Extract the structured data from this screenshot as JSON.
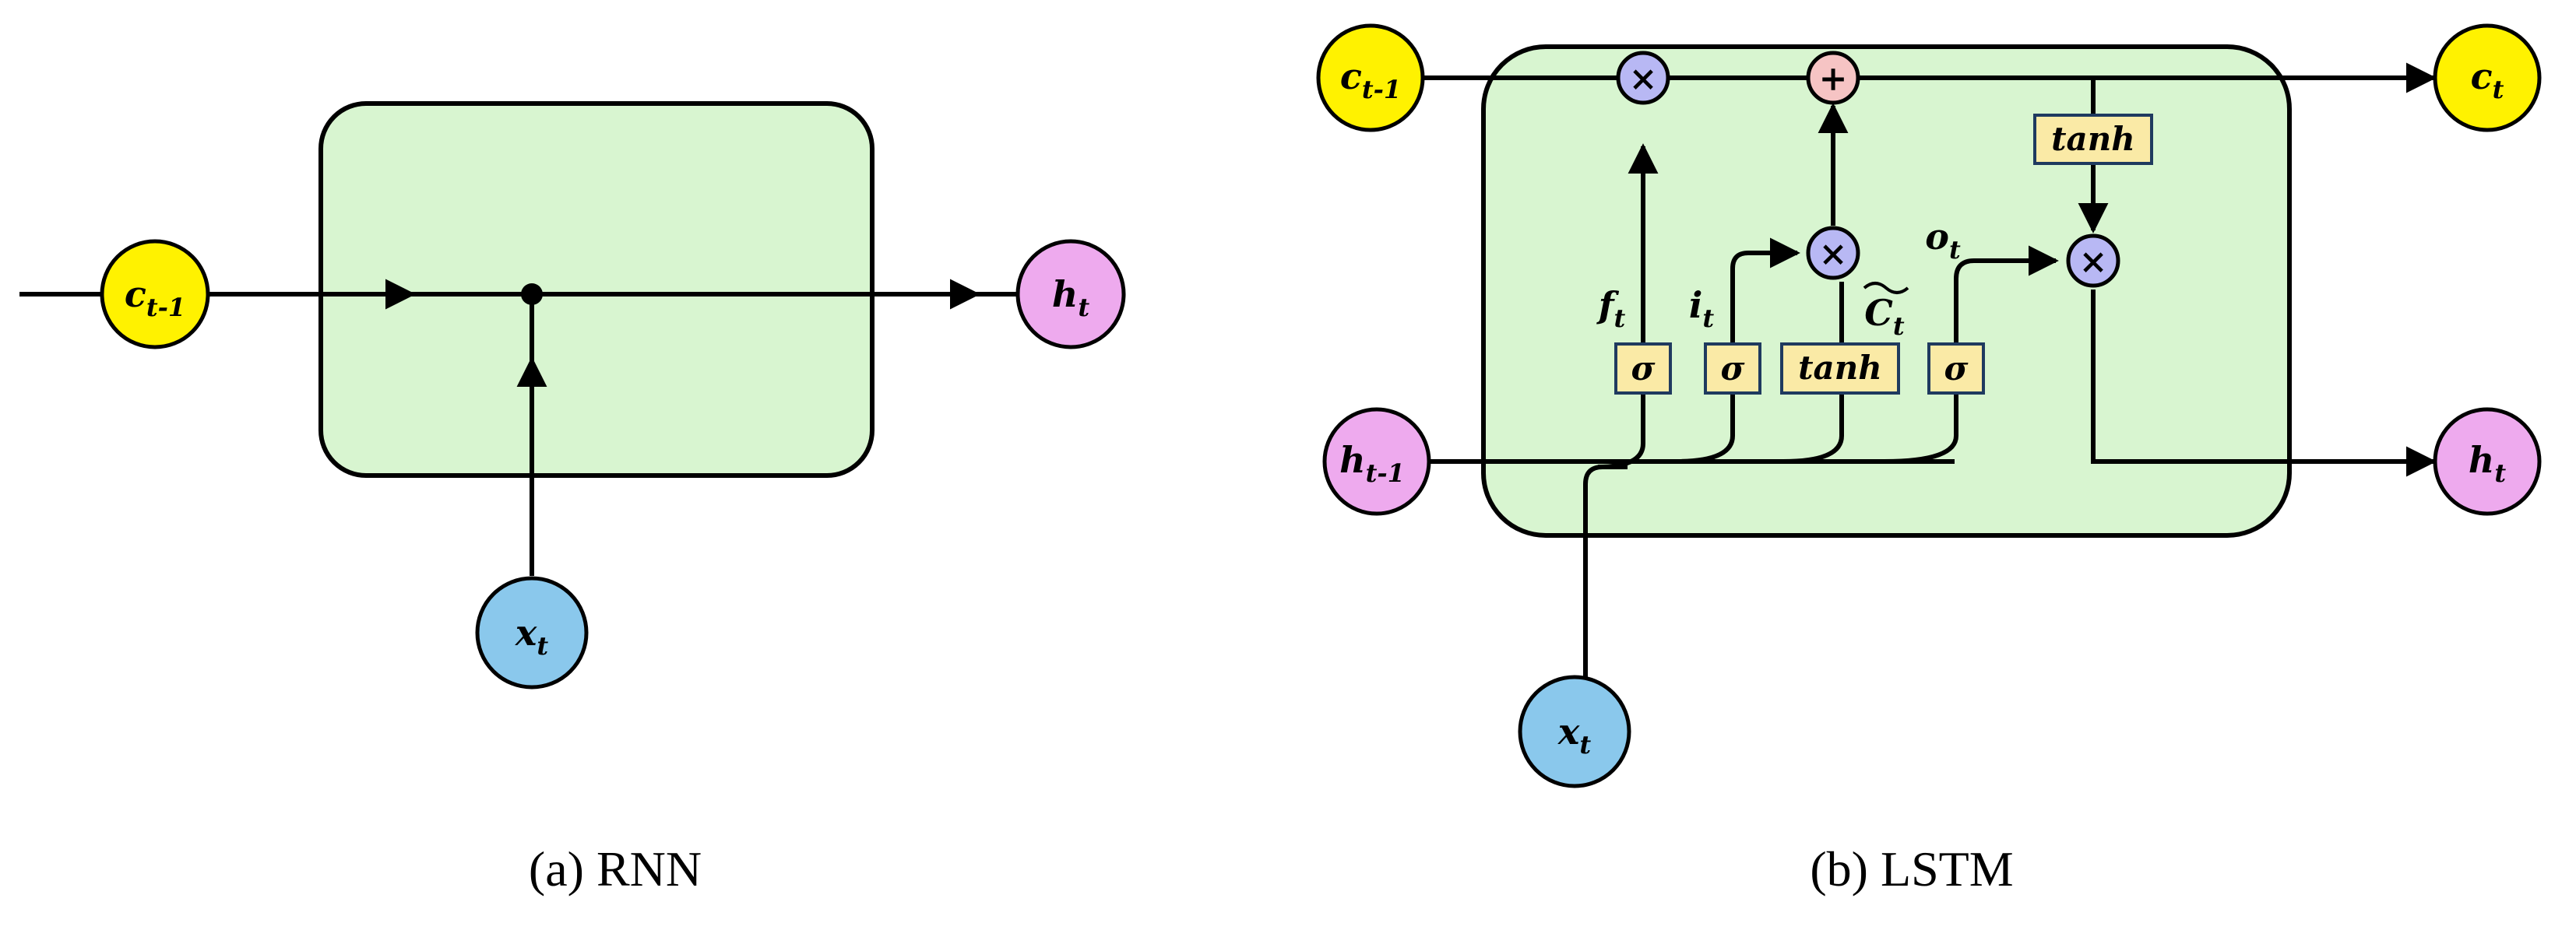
{
  "colors": {
    "cell_fill": "#d8f5d0",
    "c_node": "#fff200",
    "h_node": "#eeaaee",
    "x_node": "#8ac8ec",
    "multiply_op": "#b8b8f4",
    "add_op": "#f6c4c4",
    "gate_fill": "#faeaa6"
  },
  "rnn": {
    "caption": "(a)  RNN",
    "c_prev": {
      "main": "c",
      "sub": "t-1"
    },
    "h_out": {
      "main": "h",
      "sub": "t"
    },
    "x_in": {
      "main": "x",
      "sub": "t"
    }
  },
  "lstm": {
    "caption": "(b)  LSTM",
    "c_prev": {
      "main": "c",
      "sub": "t-1"
    },
    "c_out": {
      "main": "c",
      "sub": "t"
    },
    "h_prev": {
      "main": "h",
      "sub": "t-1"
    },
    "h_out": {
      "main": "h",
      "sub": "t"
    },
    "x_in": {
      "main": "x",
      "sub": "t"
    },
    "forget_label": {
      "main": "f",
      "sub": "t"
    },
    "input_label": {
      "main": "i",
      "sub": "t"
    },
    "output_label": {
      "main": "o",
      "sub": "t"
    },
    "candidate_label": {
      "main": "C",
      "sub": "t"
    },
    "sigma": "σ",
    "tanh": "tanh",
    "multiply_symbol": "×",
    "add_symbol": "+"
  }
}
